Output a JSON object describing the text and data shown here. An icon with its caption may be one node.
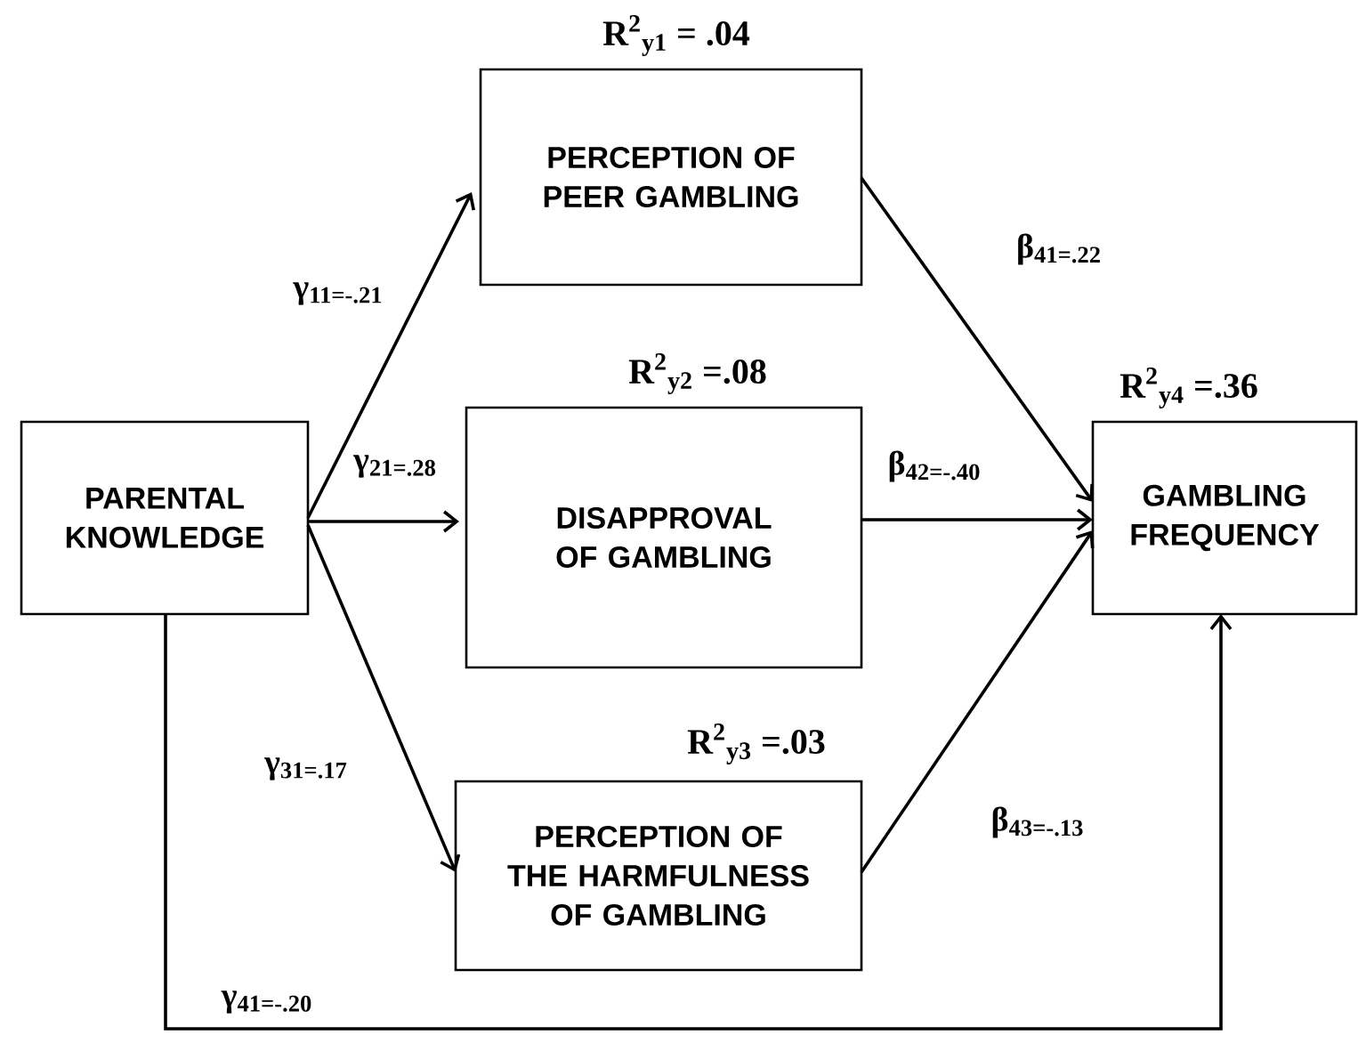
{
  "diagram": {
    "nodes": [
      {
        "text": [
          "PARENTAL KNOWLEDGE"
        ]
      },
      {
        "text": [
          "PERCEPTION OF PEER GAMBLING"
        ],
        "beside": [
          "R$^{2}$$_{y1}$ = .04"
        ]
      },
      {
        "text": [
          "DISAPPROVAL OF GAMBLING"
        ],
        "beside": [
          "R$^{2}$$_{y2}$ =.08"
        ]
      },
      {
        "text": [
          "PERCEPTION OF THE HARMFULNESS OF GAMBLING"
        ],
        "beside": [
          "R$^{2}$$_{y3}$ =.03"
        ]
      },
      {
        "text": [
          "GAMBLING FREQUENCY"
        ],
        "beside": [
          "R$^{2}$$_{y4}$ =.36"
        ]
      }
    ],
    "edges": [
      {
        "from": 0,
        "to": 1,
        "arrow": "to",
        "label": "γ$_{11=-.21}$"
      },
      {
        "from": 0,
        "to": 2,
        "arrow": "to",
        "label": "γ$_{21=.28}$"
      },
      {
        "from": 0,
        "to": 3,
        "arrow": "to",
        "label": "γ$_{31=.17}$"
      },
      {
        "from": 1,
        "to": 4,
        "arrow": "to",
        "label": "β$_{41=.22}$"
      },
      {
        "from": 2,
        "to": 4,
        "arrow": "to",
        "label": "β$_{42=-.40}$"
      },
      {
        "from": 3,
        "to": 4,
        "arrow": "to",
        "label": "β$_{43=-.13}$"
      },
      {
        "from": 0,
        "to": 4,
        "arrow": "to",
        "label": "γ$_{41=-.20}$"
      }
    ]
  }
}
